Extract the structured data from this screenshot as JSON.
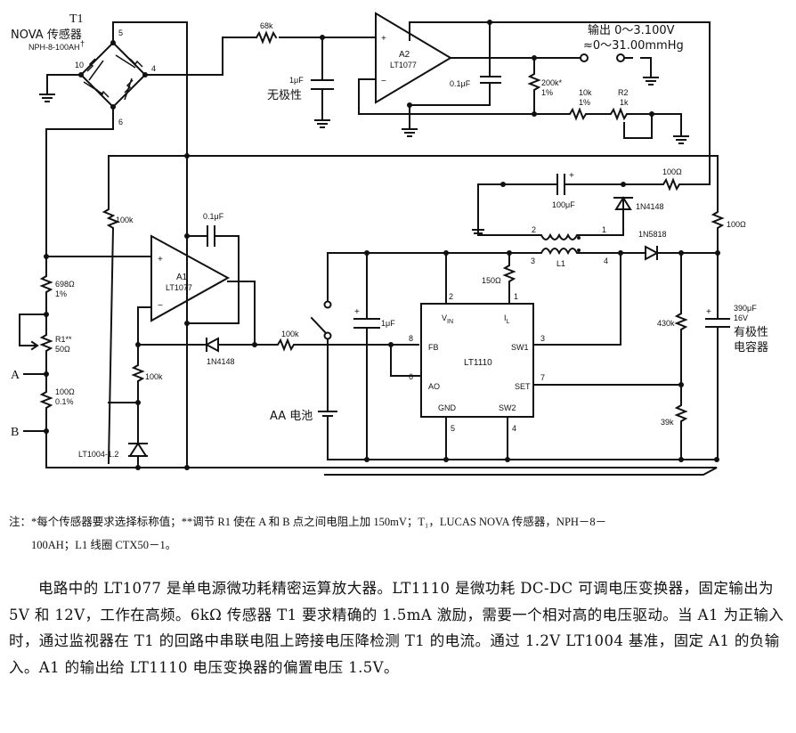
{
  "diagram": {
    "sensor": {
      "ref": "T1",
      "name": "NOVA 传感器",
      "part": "NPH-8-100AH",
      "part_mark": "†",
      "pins": [
        "5",
        "10",
        "4",
        "6"
      ]
    },
    "a2": {
      "name": "A2",
      "part": "LT1077",
      "plus": "+",
      "minus": "−"
    },
    "a1": {
      "name": "A1",
      "part": "LT1077",
      "plus": "+",
      "minus": "−"
    },
    "ic": {
      "name": "LT1110",
      "pins": {
        "vin": "V",
        "vin_sub": "IN",
        "il": "I",
        "il_sub": "L",
        "fb": "FB",
        "ao": "AO",
        "sw1": "SW1",
        "set": "SET",
        "gnd": "GND",
        "sw2": "SW2"
      },
      "pin_numbers": {
        "vin": "2",
        "il": "1",
        "fb": "8",
        "ao": "6",
        "sw1": "3",
        "set": "7",
        "gnd": "5",
        "sw2": "4"
      }
    },
    "components": {
      "r68k": "68k",
      "c1uf_top": "1μF",
      "c1uf_top_note": "无极性",
      "c01_a2": "0.1μF",
      "r200k": "200k*",
      "r200k_tol": "1%",
      "r10k": "10k",
      "r10k_tol": "1%",
      "r2": "R2",
      "r2_val": "1k",
      "output_label_1": "输出 0～3.100V",
      "output_label_2": "≈0～31.00mmHg",
      "r100k_a": "100k",
      "c01_a1": "0.1μF",
      "r698": "698Ω",
      "r698_tol": "1%",
      "r1": "R1**",
      "r1_val": "50Ω",
      "point_a": "A",
      "point_b": "B",
      "r100": "100Ω",
      "r100_tol": "0.1%",
      "r100k_b": "100k",
      "ref_diode": "LT1004-1.2",
      "d1": "1N4148",
      "r100k_c": "100k",
      "battery": "AA 电池",
      "c1uf_in": "1μF",
      "r150": "150Ω",
      "c100uf": "100μF",
      "d2": "1N4148",
      "r100_top": "100Ω",
      "r100_right": "100Ω",
      "l1": "L1",
      "l1_pins": [
        "2",
        "1",
        "3",
        "4"
      ],
      "d3": "1N5818",
      "r430k": "430k",
      "r39k": "39k",
      "c390": "390μF",
      "c390_v": "16V",
      "c390_note_1": "有极性",
      "c390_note_2": "电容器",
      "cap_plus": "+"
    }
  },
  "note": {
    "line1": "注：*每个传感器要求选择标称值；**调节 R1 使在 A 和 B 点之间电阻上加 150mV；T₁，LUCAS NOVA 传感器，NPH－8－",
    "line2": "100AH；L1 线圈 CTX50－1。"
  },
  "body": {
    "paragraph": "电路中的 LT1077 是单电源微功耗精密运算放大器。LT1110 是微功耗 DC-DC 可调电压变换器，固定输出为 5V 和 12V，工作在高频。6kΩ 传感器 T1 要求精确的 1.5mA 激励，需要一个相对高的电压驱动。当 A1 为正输入时，通过监视器在 T1 的回路中串联电阻上跨接电压降检测 T1 的电流。通过 1.2V LT1004 基准，固定 A1 的负输入。A1 的输出给 LT1110 电压变换器的偏置电压 1.5V。"
  }
}
